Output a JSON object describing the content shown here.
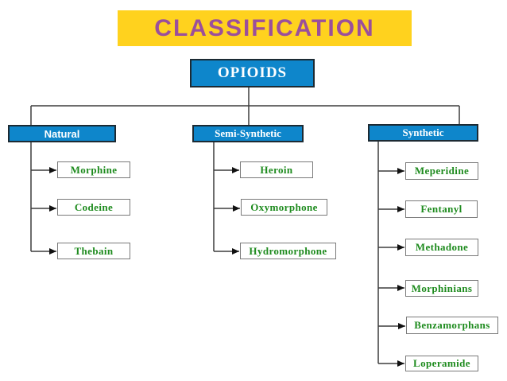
{
  "title": {
    "label": "CLASSIFICATION"
  },
  "root": {
    "label": "OPIOIDS"
  },
  "columns": [
    {
      "header": "Natural",
      "items": [
        "Morphine",
        "Codeine",
        "Thebain"
      ]
    },
    {
      "header": "Semi-Synthetic",
      "items": [
        "Heroin",
        "Oxymorphone",
        "Hydromorphone"
      ]
    },
    {
      "header": "Synthetic",
      "items": [
        "Meperidine",
        "Fentanyl",
        "Methadone",
        "Morphinians",
        "Benzamorphans",
        "Loperamide"
      ]
    }
  ],
  "colors": {
    "banner_bg": "#FFD21E",
    "title_text": "#9B4F9B",
    "category_box_bg": "#0E86CB",
    "category_box_border": "#1C2A33",
    "category_text": "#FFFFFF",
    "item_text": "#1E8B1E",
    "item_border": "#7A7A7A",
    "connector_line": "#3D3D3D",
    "arrowhead": "#111111"
  }
}
